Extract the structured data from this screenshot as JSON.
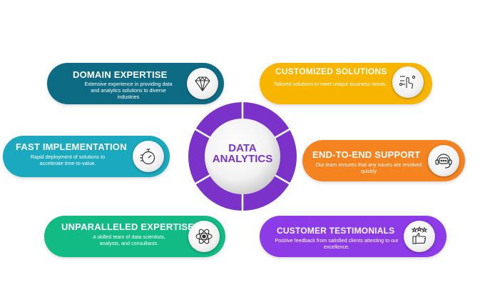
{
  "center": {
    "line1": "DATA",
    "line2": "ANALYTICS"
  },
  "colors": {
    "domain": "#0e6b84",
    "customized": "#f7b500",
    "fast": "#1aa9be",
    "end_to_end": "#f58320",
    "unparalleled": "#12ba84",
    "testimonials": "#8c3be6",
    "ring": "#7a32c8"
  },
  "cards": {
    "domain_expertise": {
      "title": "DOMAIN EXPERTISE",
      "desc": "Extensive experience in providing data and analytics solutions to diverse industries",
      "icon": "diamond-icon"
    },
    "customized_solutions": {
      "title": "CUSTOMIZED SOLUTIONS",
      "desc": "Tailored solutions to meet unique business needs.",
      "icon": "touch-hand-icon"
    },
    "fast_implementation": {
      "title": "FAST IMPLEMENTATION",
      "desc": "Rapid deployment of solutions to accelerate time-to-value.",
      "icon": "stopwatch-icon"
    },
    "end_to_end_support": {
      "title": "END-TO-END SUPPORT",
      "desc": "Our team ensures that any issues are resolved quickly",
      "icon": "chat-support-icon"
    },
    "unparalleled_expertise": {
      "title": "UNPARALLELED EXPERTISE",
      "desc": "A skilled team of data scientists, analysts, and consultants.",
      "icon": "atom-icon"
    },
    "customer_testimonials": {
      "title": "CUSTOMER TESTIMONIALS",
      "desc": "Positive feedback from satisfied clients attesting to our excellence.",
      "icon": "thumbs-up-stars-icon"
    }
  }
}
